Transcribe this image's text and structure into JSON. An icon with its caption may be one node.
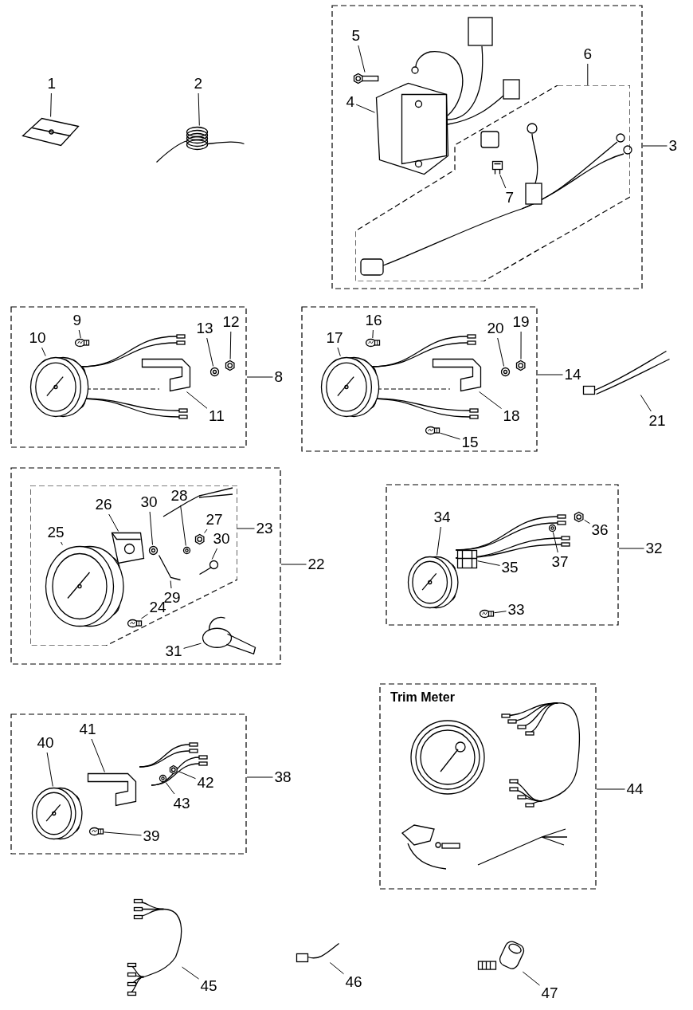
{
  "diagram": {
    "nodes": [
      {
        "text": [
          "1"
        ]
      },
      {
        "text": [],
        "shape": "picture"
      },
      {
        "text": [
          "2"
        ]
      },
      {
        "text": [],
        "shape": "picture"
      },
      {
        "text": [],
        "shape": "box"
      },
      {
        "text": [
          "5"
        ],
        "in": 4
      },
      {
        "text": [],
        "shape": "picture",
        "in": 4
      },
      {
        "text": [
          "4"
        ],
        "in": 4
      },
      {
        "text": [],
        "shape": "picture",
        "in": 4
      },
      {
        "text": [
          "6"
        ],
        "in": 4
      },
      {
        "text": [],
        "shape": "box",
        "in": 4
      },
      {
        "text": [
          "7"
        ],
        "in": 10
      },
      {
        "text": [],
        "shape": "box",
        "in": 10
      },
      {
        "text": [
          "3"
        ]
      },
      {
        "text": [],
        "shape": "box"
      },
      {
        "text": [
          "9"
        ],
        "in": 14
      },
      {
        "text": [],
        "shape": "picture",
        "in": 14
      },
      {
        "text": [
          "10"
        ],
        "in": 14
      },
      {
        "text": [],
        "shape": "picture",
        "in": 14
      },
      {
        "text": [
          "13"
        ],
        "in": 14
      },
      {
        "text": [],
        "shape": "picture",
        "in": 14
      },
      {
        "text": [
          "12"
        ],
        "in": 14
      },
      {
        "text": [],
        "shape": "picture",
        "in": 14
      },
      {
        "text": [
          "11"
        ],
        "in": 14
      },
      {
        "text": [],
        "shape": "picture",
        "in": 14
      },
      {
        "text": [
          "8"
        ]
      },
      {
        "text": [],
        "shape": "box"
      },
      {
        "text": [
          "16"
        ],
        "in": 26
      },
      {
        "text": [],
        "shape": "picture",
        "in": 26
      },
      {
        "text": [
          "17"
        ],
        "in": 26
      },
      {
        "text": [],
        "shape": "picture",
        "in": 26
      },
      {
        "text": [
          "20"
        ],
        "in": 26
      },
      {
        "text": [],
        "shape": "picture",
        "in": 26
      },
      {
        "text": [
          "19"
        ],
        "in": 26
      },
      {
        "text": [],
        "shape": "picture",
        "in": 26
      },
      {
        "text": [
          "18"
        ],
        "in": 26
      },
      {
        "text": [],
        "shape": "picture",
        "in": 26
      },
      {
        "text": [
          "15"
        ],
        "in": 26
      },
      {
        "text": [],
        "shape": "picture",
        "in": 26
      },
      {
        "text": [
          "14"
        ]
      },
      {
        "text": [
          "21"
        ]
      },
      {
        "text": [],
        "shape": "picture"
      },
      {
        "text": [],
        "shape": "box"
      },
      {
        "text": [],
        "shape": "box",
        "in": 42
      },
      {
        "text": [
          "26"
        ],
        "in": 43
      },
      {
        "text": [],
        "shape": "picture",
        "in": 43
      },
      {
        "text": [
          "30"
        ],
        "in": 43
      },
      {
        "text": [],
        "shape": "picture",
        "in": 43
      },
      {
        "text": [
          "28"
        ],
        "in": 43
      },
      {
        "text": [],
        "shape": "picture",
        "in": 43
      },
      {
        "text": [
          "25"
        ],
        "in": 43
      },
      {
        "text": [],
        "shape": "picture",
        "in": 43
      },
      {
        "text": [
          "27"
        ],
        "in": 43
      },
      {
        "text": [],
        "shape": "picture",
        "in": 43
      },
      {
        "text": [
          "30"
        ],
        "in": 43
      },
      {
        "text": [],
        "shape": "picture",
        "in": 43
      },
      {
        "text": [
          "29"
        ],
        "in": 43
      },
      {
        "text": [],
        "shape": "picture",
        "in": 43
      },
      {
        "text": [
          "24"
        ],
        "in": 43
      },
      {
        "text": [],
        "shape": "picture",
        "in": 43
      },
      {
        "text": [
          "23"
        ],
        "in": 42
      },
      {
        "text": [
          "31"
        ],
        "in": 42
      },
      {
        "text": [],
        "shape": "picture",
        "in": 42
      },
      {
        "text": [
          "22"
        ]
      },
      {
        "text": [],
        "shape": "box"
      },
      {
        "text": [
          "34"
        ],
        "in": 64
      },
      {
        "text": [],
        "shape": "picture",
        "in": 64
      },
      {
        "text": [
          "36"
        ],
        "in": 64
      },
      {
        "text": [],
        "shape": "picture",
        "in": 64
      },
      {
        "text": [
          "35"
        ],
        "in": 64
      },
      {
        "text": [],
        "shape": "box",
        "in": 64
      },
      {
        "text": [
          "37"
        ],
        "in": 64
      },
      {
        "text": [],
        "shape": "picture",
        "in": 64
      },
      {
        "text": [
          "33"
        ],
        "in": 64
      },
      {
        "text": [],
        "shape": "picture",
        "in": 64
      },
      {
        "text": [
          "32"
        ]
      },
      {
        "text": [
          "Trim Meter"
        ]
      },
      {
        "text": [
          "44"
        ]
      },
      {
        "text": [],
        "shape": "box"
      },
      {
        "text": [
          "41"
        ],
        "in": 78
      },
      {
        "text": [],
        "shape": "picture",
        "in": 78
      },
      {
        "text": [
          "40"
        ],
        "in": 78
      },
      {
        "text": [],
        "shape": "picture",
        "in": 78
      },
      {
        "text": [
          "42"
        ],
        "in": 78
      },
      {
        "text": [],
        "shape": "picture",
        "in": 78
      },
      {
        "text": [
          "43"
        ],
        "in": 78
      },
      {
        "text": [],
        "shape": "picture",
        "in": 78
      },
      {
        "text": [
          "39"
        ],
        "in": 78
      },
      {
        "text": [],
        "shape": "picture",
        "in": 78
      },
      {
        "text": [
          "38"
        ]
      },
      {
        "text": [
          "45"
        ]
      },
      {
        "text": [],
        "shape": "picture"
      },
      {
        "text": [
          "46"
        ]
      },
      {
        "text": [],
        "shape": "picture"
      },
      {
        "text": [
          "47"
        ]
      },
      {
        "text": [],
        "shape": "picture"
      }
    ],
    "edges": [
      {
        "from": 0,
        "to": 1,
        "arrow": "none"
      },
      {
        "from": 2,
        "to": 3,
        "arrow": "none"
      },
      {
        "from": 5,
        "to": 6,
        "arrow": "none"
      },
      {
        "from": 7,
        "to": 8,
        "arrow": "none"
      },
      {
        "from": 9,
        "to": 10,
        "arrow": "none"
      },
      {
        "from": 11,
        "to": 12,
        "arrow": "none"
      },
      {
        "from": 13,
        "to": 4,
        "arrow": "none"
      },
      {
        "from": 15,
        "to": 16,
        "arrow": "none"
      },
      {
        "from": 17,
        "to": 18,
        "arrow": "none"
      },
      {
        "from": 19,
        "to": 20,
        "arrow": "none"
      },
      {
        "from": 21,
        "to": 22,
        "arrow": "none"
      },
      {
        "from": 23,
        "to": 24,
        "arrow": "none"
      },
      {
        "from": 25,
        "to": 14,
        "arrow": "none"
      },
      {
        "from": 27,
        "to": 28,
        "arrow": "none"
      },
      {
        "from": 29,
        "to": 30,
        "arrow": "none"
      },
      {
        "from": 31,
        "to": 32,
        "arrow": "none"
      },
      {
        "from": 33,
        "to": 34,
        "arrow": "none"
      },
      {
        "from": 35,
        "to": 36,
        "arrow": "none"
      },
      {
        "from": 37,
        "to": 38,
        "arrow": "none"
      },
      {
        "from": 39,
        "to": 26,
        "arrow": "none"
      },
      {
        "from": 40,
        "to": 41,
        "arrow": "none"
      },
      {
        "from": 44,
        "to": 45,
        "arrow": "none"
      },
      {
        "from": 46,
        "to": 47,
        "arrow": "none"
      },
      {
        "from": 48,
        "to": 49,
        "arrow": "none"
      },
      {
        "from": 50,
        "to": 51,
        "arrow": "none"
      },
      {
        "from": 52,
        "to": 53,
        "arrow": "none"
      },
      {
        "from": 54,
        "to": 55,
        "arrow": "none"
      },
      {
        "from": 56,
        "to": 57,
        "arrow": "none"
      },
      {
        "from": 58,
        "to": 59,
        "arrow": "none"
      },
      {
        "from": 60,
        "to": 43,
        "arrow": "none"
      },
      {
        "from": 61,
        "to": 62,
        "arrow": "none"
      },
      {
        "from": 63,
        "to": 42,
        "arrow": "none"
      },
      {
        "from": 65,
        "to": 66,
        "arrow": "none"
      },
      {
        "from": 67,
        "to": 68,
        "arrow": "none"
      },
      {
        "from": 69,
        "to": 70,
        "arrow": "none"
      },
      {
        "from": 71,
        "to": 72,
        "arrow": "none"
      },
      {
        "from": 73,
        "to": 74,
        "arrow": "none"
      },
      {
        "from": 75,
        "to": 64,
        "arrow": "none"
      },
      {
        "from": 77,
        "to": 76,
        "arrow": "none"
      },
      {
        "from": 79,
        "to": 80,
        "arrow": "none"
      },
      {
        "from": 81,
        "to": 82,
        "arrow": "none"
      },
      {
        "from": 83,
        "to": 84,
        "arrow": "none"
      },
      {
        "from": 85,
        "to": 86,
        "arrow": "none"
      },
      {
        "from": 87,
        "to": 88,
        "arrow": "none"
      },
      {
        "from": 89,
        "to": 78,
        "arrow": "none"
      },
      {
        "from": 90,
        "to": 91,
        "arrow": "none"
      },
      {
        "from": 92,
        "to": 93,
        "arrow": "none"
      },
      {
        "from": 94,
        "to": 95,
        "arrow": "none"
      }
    ]
  }
}
